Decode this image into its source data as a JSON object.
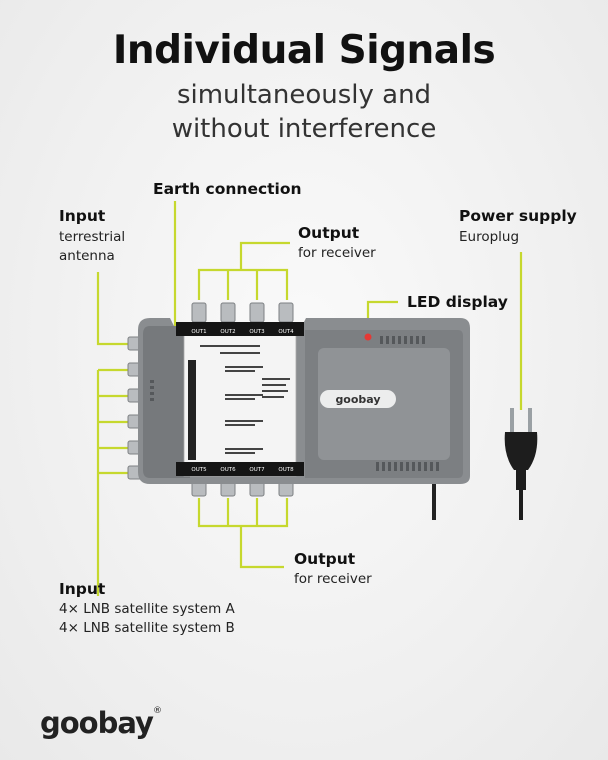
{
  "header": {
    "title": "Individual Signals",
    "subtitle_line1": "simultaneously and",
    "subtitle_line2": "without interference"
  },
  "labels": {
    "earth": {
      "title": "Earth connection"
    },
    "input_terr": {
      "title": "Input",
      "line1": "terrestrial",
      "line2": "antenna"
    },
    "output_top": {
      "title": "Output",
      "sub": "for receiver"
    },
    "power": {
      "title": "Power supply",
      "sub": "Europlug"
    },
    "led": {
      "title": "LED display"
    },
    "output_bottom": {
      "title": "Output",
      "sub": "for receiver"
    },
    "input_lnb": {
      "title": "Input",
      "line1": "4× LNB satellite system A",
      "line2": "4× LNB satellite system B"
    }
  },
  "device": {
    "out_top": [
      "OUT1",
      "OUT2",
      "OUT3",
      "OUT4"
    ],
    "out_bottom": [
      "OUT5",
      "OUT6",
      "OUT7",
      "OUT8"
    ],
    "brand": "goobay"
  },
  "footer": {
    "brand": "goobay",
    "reg": "®"
  },
  "colors": {
    "accent": "#c6d82e",
    "device": "#8a8d90",
    "device_dark": "#6c6f72",
    "led": "#e53935"
  }
}
